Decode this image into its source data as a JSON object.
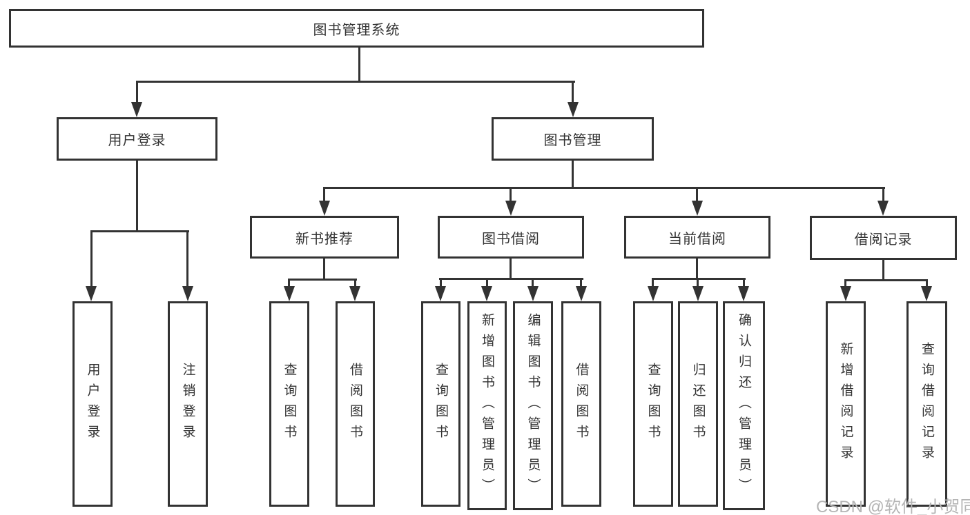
{
  "diagram": {
    "type": "hierarchy-tree",
    "title": "图书管理系统",
    "colors": {
      "line": "#333333",
      "box_border": "#333333",
      "box_fill": "#ffffff",
      "text": "#333333",
      "background": "#ffffff",
      "watermark": "#b5b5b5"
    },
    "nodes": {
      "root": {
        "label": "图书管理系统",
        "children": [
          "user_login",
          "book_mgmt"
        ]
      },
      "user_login": {
        "label": "用户登录",
        "children": [
          "leaf_user_login",
          "leaf_logout"
        ]
      },
      "book_mgmt": {
        "label": "图书管理",
        "children": [
          "new_book_rec",
          "book_borrow",
          "current_borrow",
          "borrow_records"
        ]
      },
      "new_book_rec": {
        "label": "新书推荐",
        "children": [
          "leaf_query_book_1",
          "leaf_borrow_book_1"
        ]
      },
      "book_borrow": {
        "label": "图书借阅",
        "children": [
          "leaf_query_book_2",
          "leaf_add_book",
          "leaf_edit_book",
          "leaf_borrow_book_2"
        ]
      },
      "current_borrow": {
        "label": "当前借阅",
        "children": [
          "leaf_query_book_3",
          "leaf_return_book",
          "leaf_confirm_return"
        ]
      },
      "borrow_records": {
        "label": "借阅记录",
        "children": [
          "leaf_add_record",
          "leaf_query_record"
        ]
      },
      "leaf_user_login": {
        "label": "用户登录"
      },
      "leaf_logout": {
        "label": "注销登录"
      },
      "leaf_query_book_1": {
        "label": "查询图书"
      },
      "leaf_borrow_book_1": {
        "label": "借阅图书"
      },
      "leaf_query_book_2": {
        "label": "查询图书"
      },
      "leaf_add_book": {
        "label": "新增图书（管理员）"
      },
      "leaf_edit_book": {
        "label": "编辑图书（管理员）"
      },
      "leaf_borrow_book_2": {
        "label": "借阅图书"
      },
      "leaf_query_book_3": {
        "label": "查询图书"
      },
      "leaf_return_book": {
        "label": "归还图书"
      },
      "leaf_confirm_return": {
        "label": "确认归还（管理员）"
      },
      "leaf_add_record": {
        "label": "新增借阅记录"
      },
      "leaf_query_record": {
        "label": "查询借阅记录"
      }
    }
  },
  "watermark": {
    "text": "CSDN @软件_小贺同学"
  }
}
